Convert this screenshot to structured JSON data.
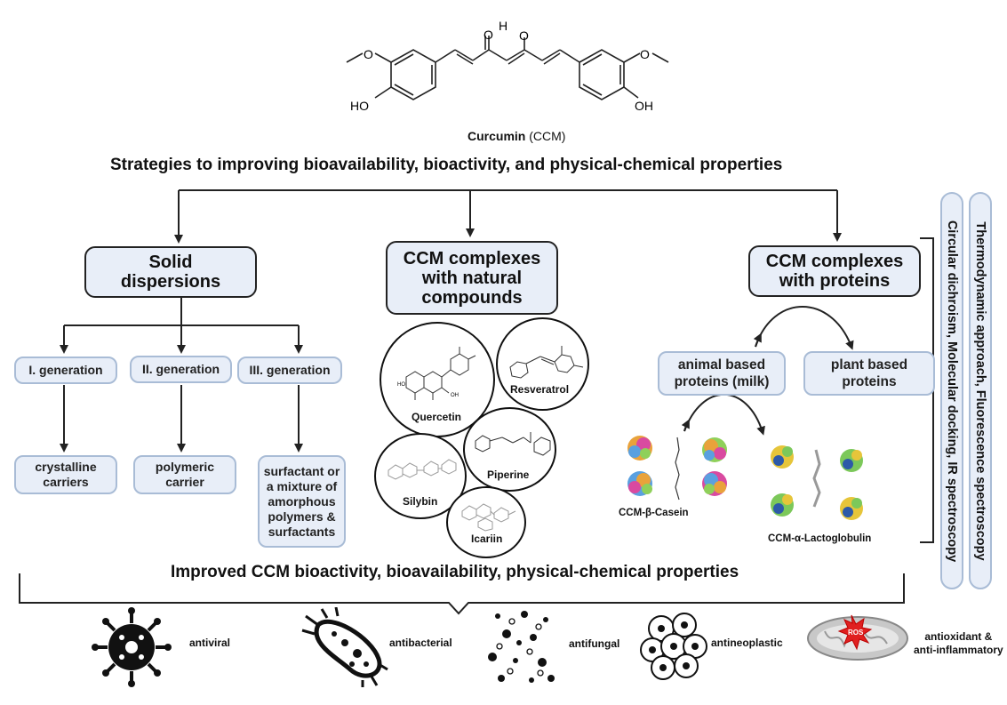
{
  "molecule": {
    "name": "Curcumin",
    "abbr": "(CCM)",
    "atoms": {
      "o1": "O",
      "oh_h": "H",
      "oh_o": "O",
      "ome_left": "O",
      "ome_right": "O",
      "ho_left": "HO",
      "oh_right": "OH"
    }
  },
  "headline_top": "Strategies to improving bioavailability, bioactivity, and physical-chemical properties",
  "branches": {
    "solid": {
      "title_line1": "Solid",
      "title_line2": "dispersions",
      "generations": [
        "I. generation",
        "II. generation",
        "III. generation"
      ],
      "carriers": [
        {
          "line1": "crystalline",
          "line2": "carriers"
        },
        {
          "line1": "polymeric",
          "line2": "carrier"
        },
        {
          "line1": "surfactant or",
          "line2": "a mixture of",
          "line3": "amorphous",
          "line4": "polymers &",
          "line5": "surfactants"
        }
      ]
    },
    "natural": {
      "title_line1": "CCM complexes",
      "title_line2": "with natural",
      "title_line3": "compounds",
      "compounds": [
        "Quercetin",
        "Resveratrol",
        "Piperine",
        "Silybin",
        "Icariin"
      ],
      "atoms": {
        "oh": "OH",
        "ho": "HO"
      }
    },
    "proteins": {
      "title_line1": "CCM complexes",
      "title_line2": "with proteins",
      "animal_line1": "animal based",
      "animal_line2": "proteins (milk)",
      "plant_line1": "plant based",
      "plant_line2": "proteins",
      "complexes": [
        "CCM-β-Casein",
        "CCM-α-Lactoglobulin"
      ]
    }
  },
  "methods": {
    "tab1": "Circular dichroism, Molecular docking, IR spectroscopy",
    "tab2": "Thermodynamic approach, Fluorescence spectroscopy"
  },
  "headline_bottom": "Improved CCM bioactivity, bioavailability, physical-chemical properties",
  "effects": [
    {
      "icon": "virus-icon",
      "label": "antiviral"
    },
    {
      "icon": "bacterium-icon",
      "label": "antibacterial"
    },
    {
      "icon": "fungus-spores-icon",
      "label": "antifungal"
    },
    {
      "icon": "tumor-cells-icon",
      "label": "antineoplastic"
    },
    {
      "icon": "mitochondrion-ros-icon",
      "label_line1": "antioxidant &",
      "label_line2": "anti-inflammatory",
      "badge": "ROS"
    }
  ],
  "colors": {
    "box_fill": "#e8eef8",
    "box_border": "#222222",
    "sub_border": "#a9bcd6",
    "ros_red": "#e02020"
  }
}
